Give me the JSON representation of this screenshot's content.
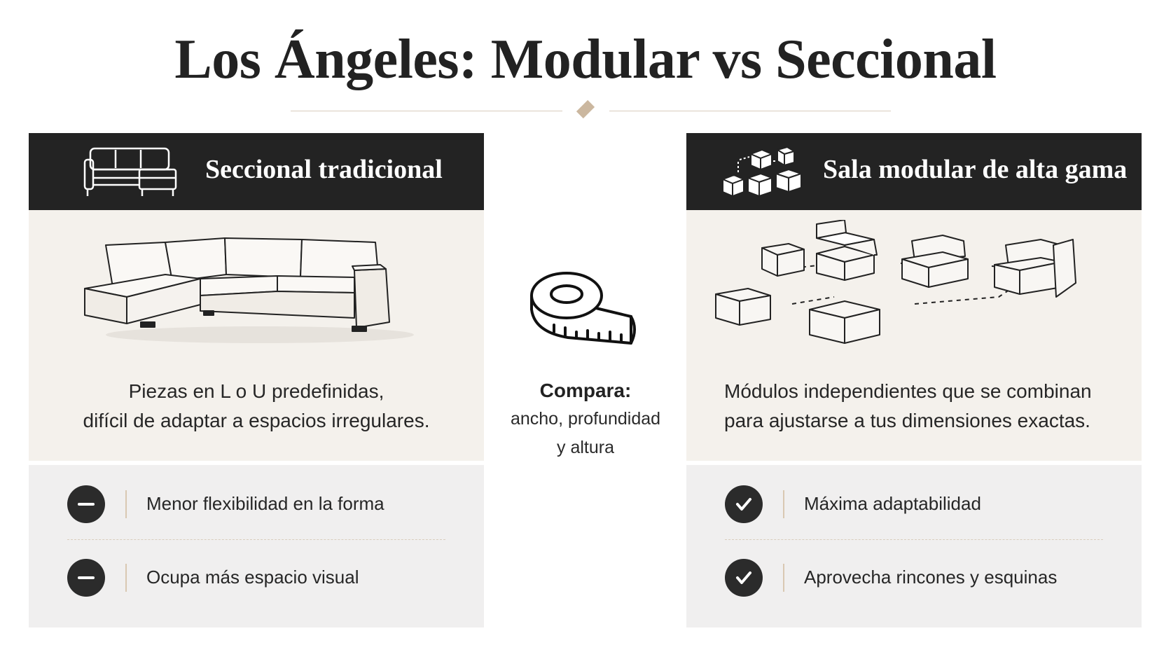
{
  "title": "Los Ángeles: Modular vs Seccional",
  "left_panel": {
    "header_title": "Seccional tradicional",
    "header_icon": "sectional-sofa-icon",
    "illustration": "sectional-sofa-illustration",
    "description_line1": "Piezas en L o U predefinidas,",
    "description_line2": "difícil de adaptar a espacios irregulares.",
    "items": [
      {
        "icon": "minus-icon",
        "text": "Menor flexibilidad en la forma"
      },
      {
        "icon": "minus-icon",
        "text": "Ocupa más espacio visual"
      }
    ]
  },
  "right_panel": {
    "header_title": "Sala modular de alta gama",
    "header_icon": "modular-blocks-icon",
    "illustration": "modular-sofa-illustration",
    "description_line1": "Módulos independientes que se combinan",
    "description_line2": "para ajustarse a tus dimensiones exactas.",
    "items": [
      {
        "icon": "check-icon",
        "text": "Máxima adaptabilidad"
      },
      {
        "icon": "check-icon",
        "text": "Aprovecha rincones y esquinas"
      }
    ]
  },
  "center": {
    "icon": "measuring-tape-icon",
    "label": "Compara:",
    "line1": "ancho, profundidad",
    "line2": "y altura"
  },
  "colors": {
    "header_bg": "#232323",
    "body_bg": "#f4f1ec",
    "list_bg": "#f0efef",
    "accent": "#cbb79f"
  }
}
